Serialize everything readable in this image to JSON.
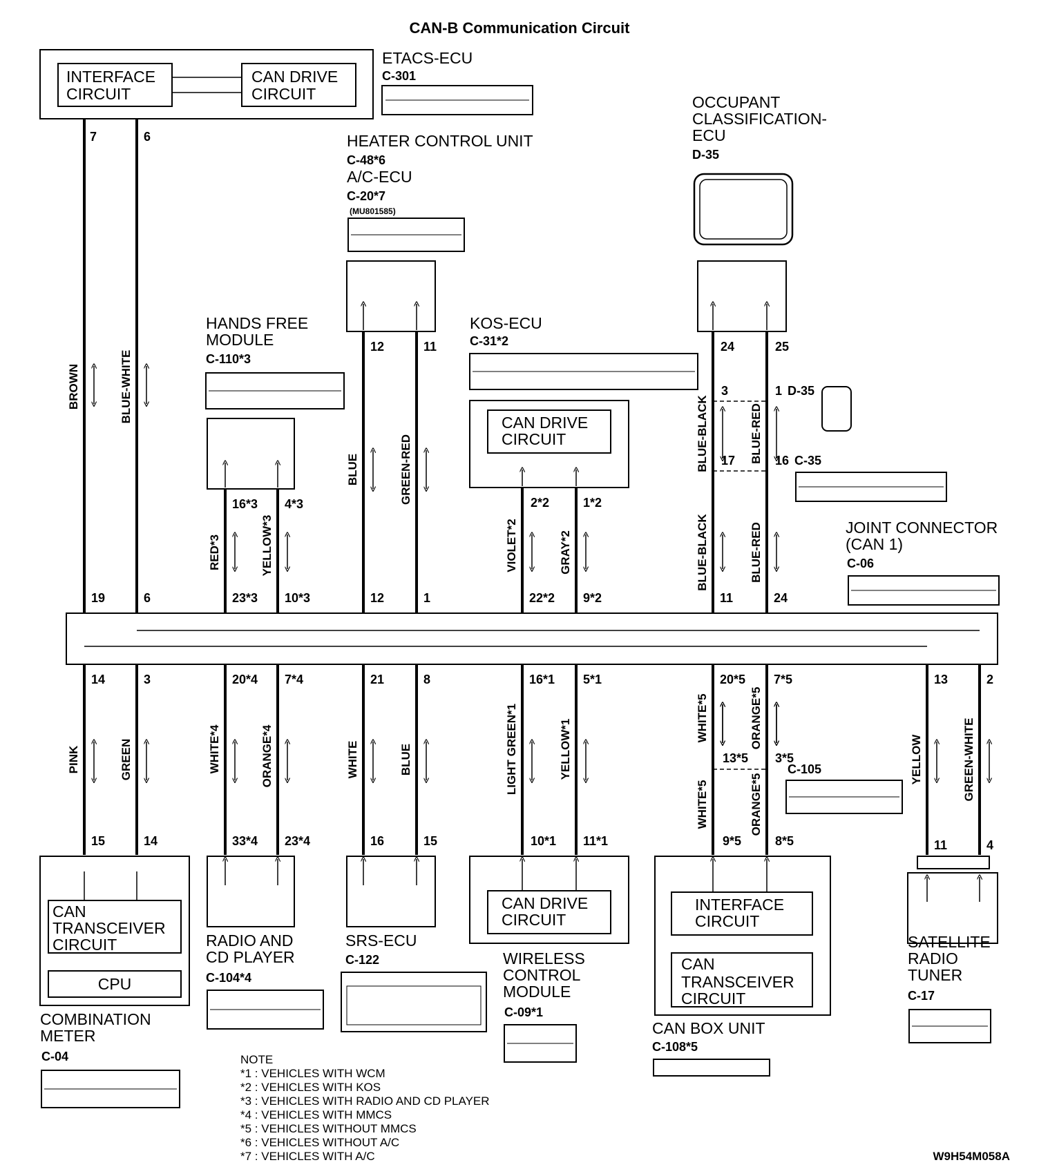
{
  "title": "CAN-B Communication Circuit",
  "figure_id": "W9H54M058A",
  "etacs": {
    "name": "ETACS-ECU",
    "conn": "C-301",
    "interface": "INTERFACE CIRCUIT",
    "candrive": "CAN DRIVE CIRCUIT",
    "pin_a": "7",
    "pin_b": "6"
  },
  "heater": {
    "name": "HEATER CONTROL UNIT",
    "conn": "C-48*6",
    "name2": "A/C-ECU",
    "conn2": "C-20*7",
    "part": "(MU801585)",
    "pin_a": "12",
    "pin_b": "11"
  },
  "occupant": {
    "name1": "OCCUPANT",
    "name2": "CLASSIFICATION-",
    "name3": "ECU",
    "conn": "D-35",
    "pin_a": "24",
    "pin_b": "25"
  },
  "hands_free": {
    "name1": "HANDS FREE",
    "name2": "MODULE",
    "conn": "C-110*3",
    "pin_a": "16*3",
    "pin_b": "4*3"
  },
  "kos": {
    "name": "KOS-ECU",
    "conn": "C-31*2",
    "circuit": "CAN DRIVE CIRCUIT",
    "pin_a": "2*2",
    "pin_b": "1*2"
  },
  "d35_inline": {
    "label": "D-35",
    "pin_a": "3",
    "pin_b": "1"
  },
  "c35_inline": {
    "label": "C-35",
    "pin_a": "17",
    "pin_b": "16"
  },
  "joint": {
    "name1": "JOINT CONNECTOR",
    "name2": "(CAN 1)",
    "conn": "C-06",
    "top_pins": [
      "19",
      "6",
      "23*3",
      "10*3",
      "12",
      "1",
      "22*2",
      "9*2",
      "11",
      "24"
    ],
    "bottom_pins": [
      "14",
      "3",
      "20*4",
      "7*4",
      "21",
      "8",
      "16*1",
      "5*1",
      "20*5",
      "7*5",
      "13",
      "2"
    ]
  },
  "wires_top": [
    "BROWN",
    "BLUE-WHITE",
    "RED*3",
    "YELLOW*3",
    "BLUE",
    "GREEN-RED",
    "VIOLET*2",
    "GRAY*2",
    "BLUE-BLACK",
    "BLUE-RED",
    "BLUE-BLACK",
    "BLUE-RED"
  ],
  "wires_bottom": [
    "PINK",
    "GREEN",
    "WHITE*4",
    "ORANGE*4",
    "WHITE",
    "BLUE",
    "LIGHT GREEN*1",
    "YELLOW*1",
    "WHITE*5",
    "ORANGE*5",
    "WHITE*5",
    "ORANGE*5",
    "YELLOW",
    "GREEN-WHITE"
  ],
  "c105": {
    "label": "C-105",
    "pin_a": "13*5",
    "pin_b": "3*5"
  },
  "meter": {
    "name1": "COMBINATION",
    "name2": "METER",
    "conn": "C-04",
    "circuit": "CAN TRANSCEIVER CIRCUIT",
    "cpu": "CPU",
    "pin_a": "15",
    "pin_b": "14"
  },
  "radio": {
    "name1": "RADIO AND",
    "name2": "CD PLAYER",
    "conn": "C-104*4",
    "pin_a": "33*4",
    "pin_b": "23*4"
  },
  "srs": {
    "name": "SRS-ECU",
    "conn": "C-122",
    "pin_a": "16",
    "pin_b": "15"
  },
  "wcm": {
    "name1": "WIRELESS",
    "name2": "CONTROL",
    "name3": "MODULE",
    "conn": "C-09*1",
    "circuit": "CAN DRIVE CIRCUIT",
    "pin_a": "10*1",
    "pin_b": "11*1"
  },
  "canbox": {
    "name": "CAN BOX UNIT",
    "conn": "C-108*5",
    "interface": "INTERFACE CIRCUIT",
    "transceiver": "CAN TRANSCEIVER CIRCUIT",
    "pin_a": "9*5",
    "pin_b": "8*5"
  },
  "satellite": {
    "name1": "SATELLITE",
    "name2": "RADIO",
    "name3": "TUNER",
    "conn": "C-17",
    "pin_a": "11",
    "pin_b": "4"
  },
  "notes": {
    "header": "NOTE",
    "items": [
      "*1 : VEHICLES WITH WCM",
      "*2 : VEHICLES WITH KOS",
      "*3 : VEHICLES WITH RADIO AND CD PLAYER",
      "*4 : VEHICLES WITH MMCS",
      "*5 : VEHICLES WITHOUT MMCS",
      "*6 : VEHICLES WITHOUT A/C",
      "*7 : VEHICLES WITH A/C"
    ]
  }
}
